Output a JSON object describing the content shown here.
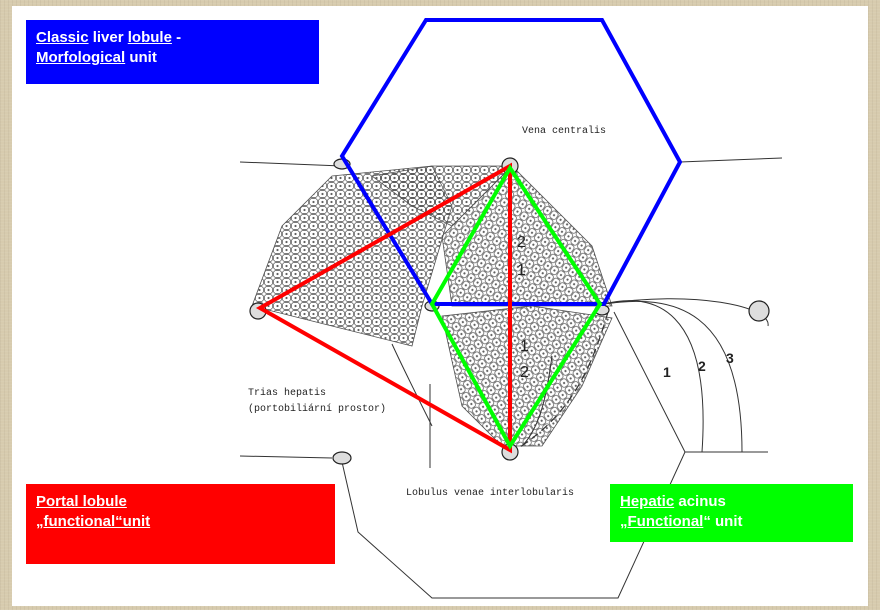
{
  "boxes": {
    "classic": {
      "part1": "Classic",
      "part2": " liver ",
      "part3": "lobule",
      "part4": " -",
      "part5": "Morfological",
      "part6": " unit",
      "color": "#0000ff"
    },
    "portal": {
      "line1": "Portal lobule",
      "line2": "„functional“unit",
      "color": "#ff0000"
    },
    "acinus": {
      "part1": "Hepatic",
      "part2": " acinus",
      "part3": "„",
      "part4": "Functional",
      "part5": "“ unit",
      "color": "#00ff00"
    }
  },
  "diagram_labels": {
    "vena_centralis": "Vena centralis",
    "trias_line1": "Trias hepatis",
    "trias_line2": "(portobiliární prostor)",
    "lobulus": "Lobulus venae interlobularis"
  },
  "zone_numbers": [
    "1",
    "2",
    "3"
  ],
  "inner_numbers": [
    "2",
    "1",
    "1",
    "2"
  ],
  "colors": {
    "hexagon": "#0000ff",
    "portal_triangle": "#ff0000",
    "acinus_diamond": "#00ff00"
  }
}
